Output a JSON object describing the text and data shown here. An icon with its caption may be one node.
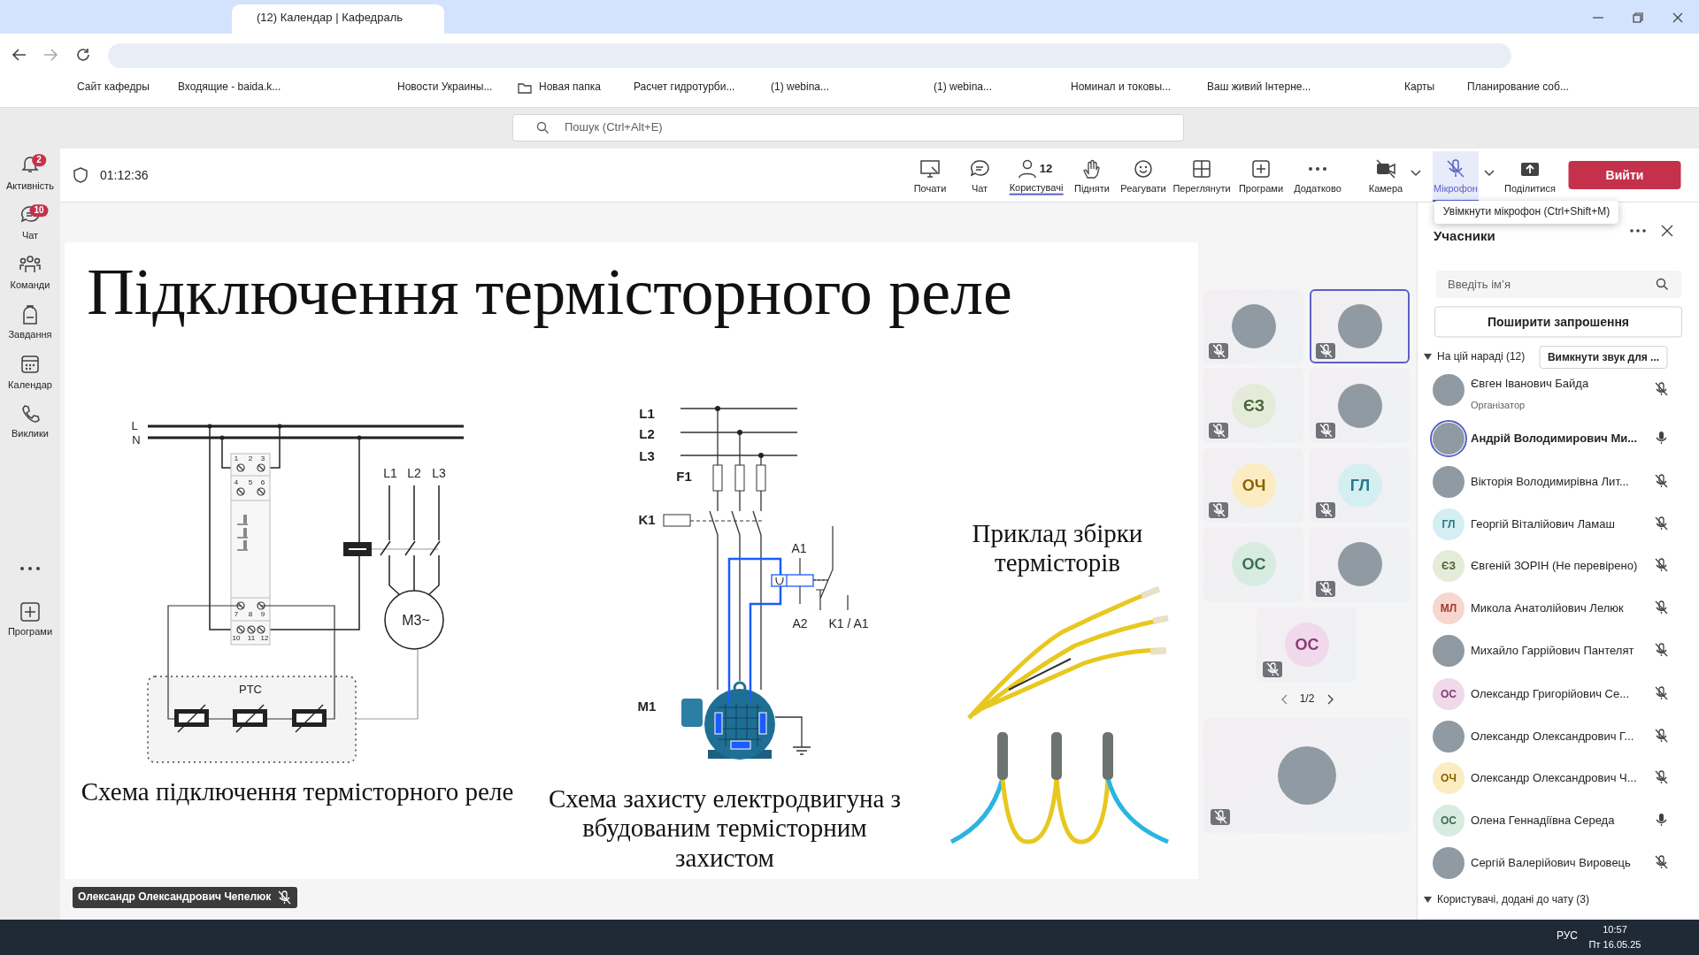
{
  "diagram": {
    "title": "Підключення термісторного реле",
    "labels": [
      "(12) Календар | Кафедраль",
      "Сайт кафедры",
      "Входящие - baida.k...",
      "Новости Украины...",
      "Новая папка",
      "Расчет гидротурби...",
      "(1) webina...",
      "(1) webina...",
      "Номинал и токовы...",
      "Ваш живий Інтерне...",
      "Карты",
      "Планирование соб...",
      "Пошук (Ctrl+Alt+E)",
      "2",
      "Активність",
      "10",
      "Чат",
      "Команди",
      "Завдання",
      "Календар",
      "Виклики",
      "Програми",
      "01:12:36",
      "Почати",
      "Чат",
      "12",
      "Користувачі",
      "Підняти",
      "Реагувати",
      "Переглянути",
      "Програми",
      "Додатково",
      "Камера",
      "Мікрофон",
      "Поділитися",
      "Вийти",
      "Увімкнути мікрофон (Ctrl+Shift+M)",
      "L",
      "N",
      "1",
      "2",
      "3",
      "4",
      "5",
      "6",
      "7",
      "8",
      "9",
      "10",
      "11",
      "12",
      "L1",
      "L2",
      "L3",
      "M3~",
      "PTC",
      "Схема підключення термісторного реле",
      "L1",
      "L2",
      "L3",
      "F1",
      "K1",
      "A1",
      "A2",
      "K1 / A1",
      "M1",
      "Схема захисту електродвигуна з вбудованим термісторним захистом",
      "Приклад збірки термісторів",
      "ЄЗ",
      "ОЧ",
      "ГЛ",
      "ОС",
      "ОС",
      "1/2",
      "Учасники",
      "Введіть ім’я",
      "Поширити запрошення",
      "На цій нараді (12)",
      "Вимкнути звук для ...",
      "Євген Іванович Байда",
      "Організатор",
      "Андрій Володимирович Ми...",
      "Вікторія Володимирівна Лит...",
      "ГЛ",
      "Георгій Віталійович Ламаш",
      "ЄЗ",
      "Євгеній ЗОРІН (Не перевірено)",
      "МЛ",
      "Микола Анатолійович Лелюк",
      "Михайло Гаррійович Пантелят",
      "ОС",
      "Олександр Григорійович Се...",
      "Олександр Олександрович Г...",
      "ОЧ",
      "Олександр Олександрович Ч...",
      "ОС",
      "Олена Геннадіївна Середа",
      "Сергій Валерійович Вировець",
      "Олександр Олександрович Чепелюк",
      "Користувачі, додані до чату (3)",
      "РУС",
      "10:57",
      "Пт 16.05.25"
    ]
  }
}
